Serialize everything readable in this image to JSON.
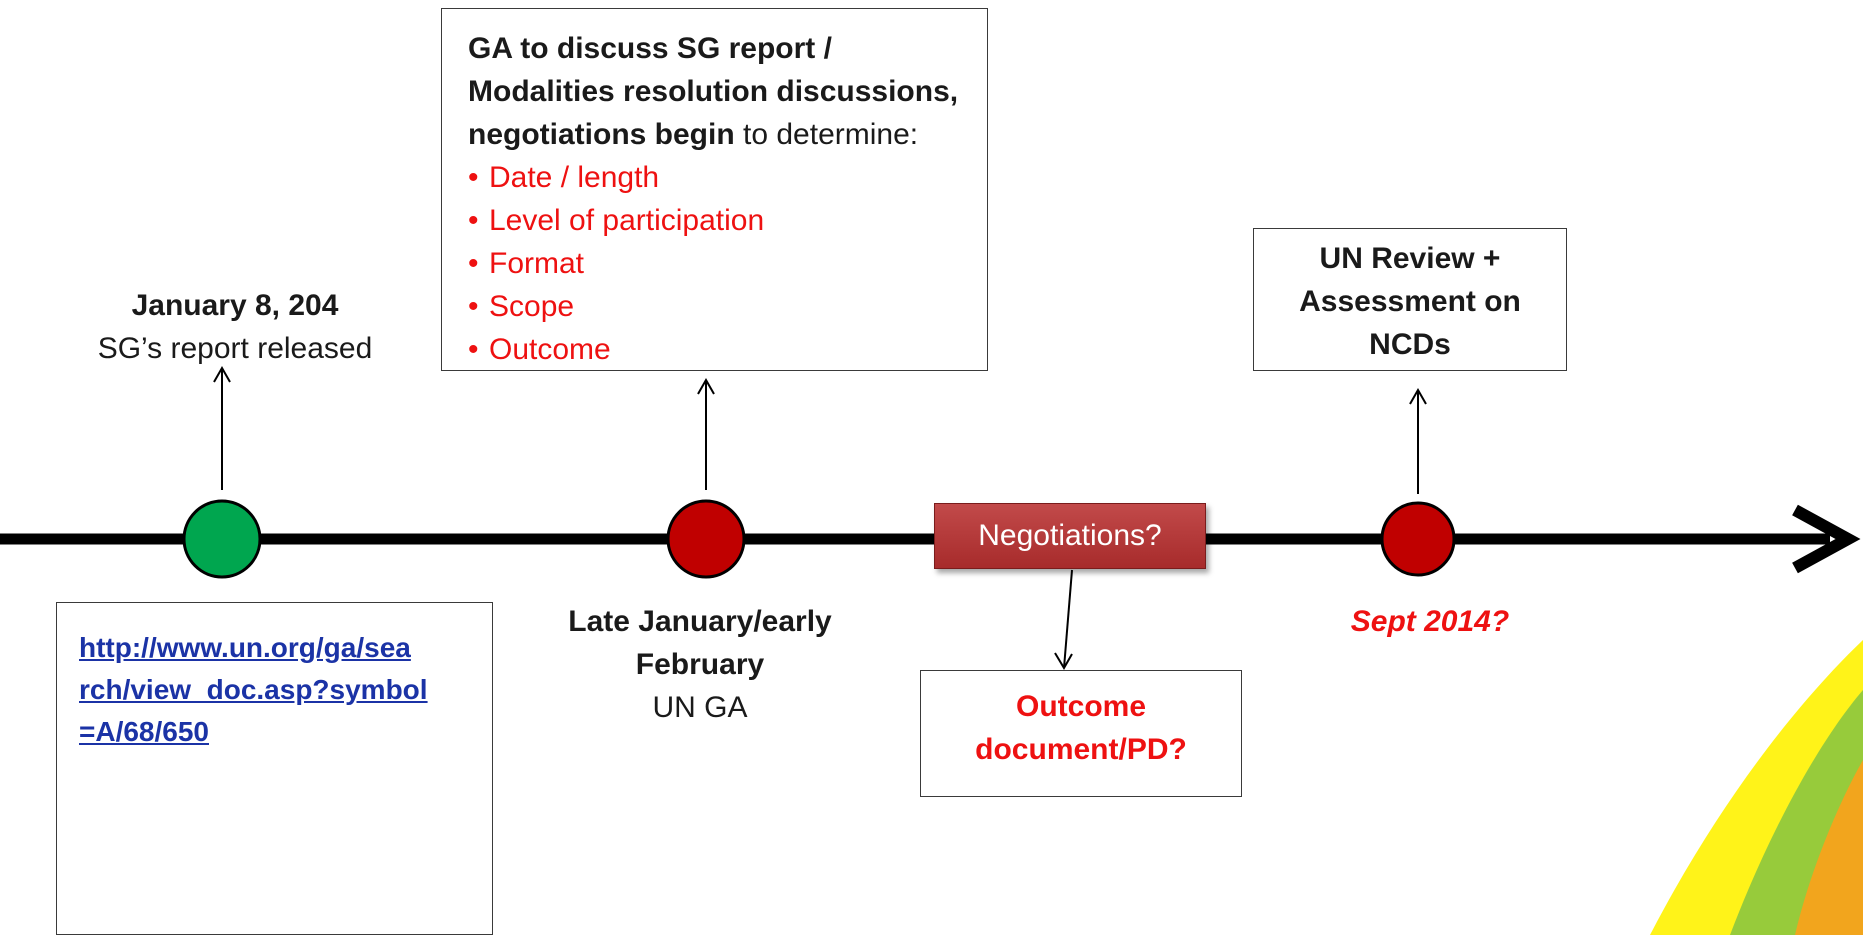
{
  "colors": {
    "timeline": "#000000",
    "green_dot": "#00a64f",
    "red_dot": "#c00000",
    "highlight_red": "#ee1111",
    "link_blue": "#1b33a6",
    "negotiations_fill": "#b33a3a",
    "corner_swoosh": "#ffd700"
  },
  "events": {
    "jan": {
      "date": "January 8, 204",
      "desc": "SG’s report released"
    },
    "late": {
      "date_line1": "Late January/early",
      "date_line2": "February",
      "desc": "UN GA"
    },
    "sept": {
      "date": "Sept 2014?"
    }
  },
  "ga_box": {
    "line1": "GA to discuss SG report /",
    "line2": "Modalities resolution discussions,",
    "line3_bold": "negotiations begin",
    "line3_rest": " to determine:",
    "bullets": [
      "Date / length",
      "Level of participation",
      "Format",
      "Scope",
      "Outcome"
    ]
  },
  "un_review_box": {
    "line1": "UN Review +",
    "line2": "Assessment on",
    "line3": "NCDs"
  },
  "link_box": {
    "line1": "http://www.un.org/ga/sea",
    "line2": "rch/view_doc.asp?symbol",
    "line3": "=A/68/650"
  },
  "negotiations": {
    "label": "Negotiations?"
  },
  "outcome_box": {
    "line1": "Outcome",
    "line2": "document/PD?"
  }
}
